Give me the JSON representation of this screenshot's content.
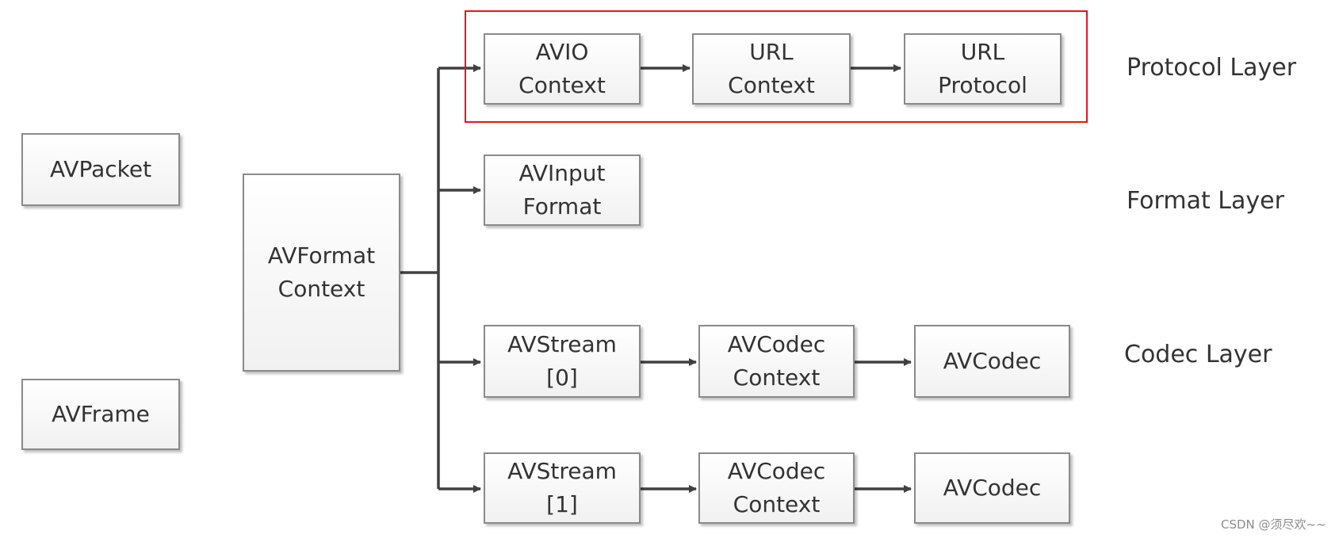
{
  "colors": {
    "box_border": "#8a8a8a",
    "box_fill": "#f4f4f4",
    "connector": "#404040",
    "text": "#333333",
    "highlight": "#e0161e"
  },
  "nodes": {
    "avpacket": "AVPacket",
    "avframe": "AVFrame",
    "avformat_context": "AVFormat\nContext",
    "avio_context": "AVIO\nContext",
    "url_context": "URL\nContext",
    "url_protocol": "URL\nProtocol",
    "avinput_format": "AVInput\nFormat",
    "avstream_0": "AVStream\n[0]",
    "avcodec_context_0": "AVCodec\nContext",
    "avcodec_0": "AVCodec",
    "avstream_1": "AVStream\n[1]",
    "avcodec_context_1": "AVCodec\nContext",
    "avcodec_1": "AVCodec"
  },
  "layers": {
    "protocol": "Protocol Layer",
    "format": "Format Layer",
    "codec": "Codec Layer"
  },
  "edges": [
    [
      "avformat_context",
      "avio_context"
    ],
    [
      "avformat_context",
      "avinput_format"
    ],
    [
      "avformat_context",
      "avstream_0"
    ],
    [
      "avformat_context",
      "avstream_1"
    ],
    [
      "avio_context",
      "url_context"
    ],
    [
      "url_context",
      "url_protocol"
    ],
    [
      "avstream_0",
      "avcodec_context_0"
    ],
    [
      "avcodec_context_0",
      "avcodec_0"
    ],
    [
      "avstream_1",
      "avcodec_context_1"
    ],
    [
      "avcodec_context_1",
      "avcodec_1"
    ]
  ],
  "highlight": {
    "group": "protocol",
    "color": "#e0161e"
  },
  "watermark": "CSDN @须尽欢~~"
}
